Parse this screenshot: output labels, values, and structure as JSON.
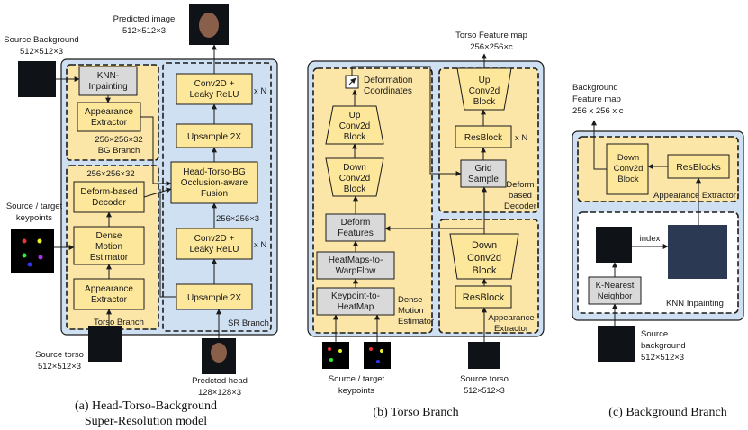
{
  "panel_a": {
    "source_background": "Source Background",
    "source_background_dim": "512×512×3",
    "predicted_image": "Predicted image",
    "predicted_image_dim": "512×512×3",
    "knn_inpainting": [
      "KNN-",
      "Inpainting"
    ],
    "appearance_extractor_bg": [
      "Appearance",
      "Extractor"
    ],
    "bg_dim": "256×256×32",
    "bg_branch": "BG Branch",
    "torso_dim": "256×256×32",
    "deform_decoder": [
      "Deform-based",
      "Decoder"
    ],
    "dense_motion": [
      "Dense",
      "Motion",
      "Estimator"
    ],
    "appearance_extractor_torso": [
      "Appearance",
      "Extractor"
    ],
    "torso_branch": "Torso Branch",
    "source_target_keypoints": [
      "Source / target",
      "keypoints"
    ],
    "source_torso": "Source torso",
    "source_torso_dim": "512×512×3",
    "conv_top": [
      "Conv2D +",
      "Leaky ReLU"
    ],
    "times_n_top": "x N",
    "upsample_top": "Upsample 2X",
    "fusion": [
      "Head-Torso-BG",
      "Occlusion-aware",
      "Fusion"
    ],
    "fusion_dim": "256×256×3",
    "conv_bottom": [
      "Conv2D +",
      "Leaky ReLU"
    ],
    "times_n_bottom": "x N",
    "upsample_bottom": "Upsample 2X",
    "sr_branch": "SR Branch",
    "predicted_head": "Predcted head",
    "predicted_head_dim": "128×128×3",
    "caption": [
      "(a) Head-Torso-Background",
      "Super-Resolution model"
    ]
  },
  "panel_b": {
    "torso_feature_map": "Torso Feature map",
    "torso_feature_dim": "256×256×c",
    "deformation_coordinates": [
      "Deformation",
      "Coordinates"
    ],
    "up_conv_left": [
      "Up",
      "Conv2d",
      "Block"
    ],
    "down_conv_left": [
      "Down",
      "Conv2d",
      "Block"
    ],
    "deform_features": [
      "Deform",
      "Features"
    ],
    "heatmaps_warpflow": [
      "HeatMaps-to-",
      "WarpFlow"
    ],
    "keypoint_heatmap": [
      "Keypoint-to-",
      "HeatMap"
    ],
    "dense_motion": [
      "Dense",
      "Motion",
      "Estimator"
    ],
    "source_target_keypoints": [
      "Source / target",
      "keypoints"
    ],
    "up_conv_right": [
      "Up",
      "Conv2d",
      "Block"
    ],
    "resblock_top": "ResBlock",
    "times_n": "x N",
    "grid_sample": [
      "Grid",
      "Sample"
    ],
    "deform_decoder": [
      "Deform",
      "based",
      "Decoder"
    ],
    "down_conv_right": [
      "Down",
      "Conv2d",
      "Block"
    ],
    "resblock_bottom": "ResBlock",
    "appearance_extractor": [
      "Appearance",
      "Extractor"
    ],
    "source_torso": "Source torso",
    "source_torso_dim": "512×512×3",
    "caption": "(b) Torso Branch"
  },
  "panel_c": {
    "bg_feature_map": [
      "Background",
      "Feature map",
      "256 x 256 x c"
    ],
    "down_conv": [
      "Down",
      "Conv2d",
      "Block"
    ],
    "resblocks": "ResBlocks",
    "appearance_extractor": "Appearance Extractor",
    "index": "index",
    "knn": [
      "K-Nearest",
      "Neighbor"
    ],
    "knn_inpainting": "KNN Inpainting",
    "source_background": [
      "Source",
      "background",
      "512×512×3"
    ],
    "caption": "(c) Background Branch"
  },
  "colors": {
    "panel_blue": "#cfe0f2",
    "block_yellow": "#fde79a",
    "dashed_yellow": "#fbe6a8",
    "gray_block": "#d9d9d9"
  }
}
